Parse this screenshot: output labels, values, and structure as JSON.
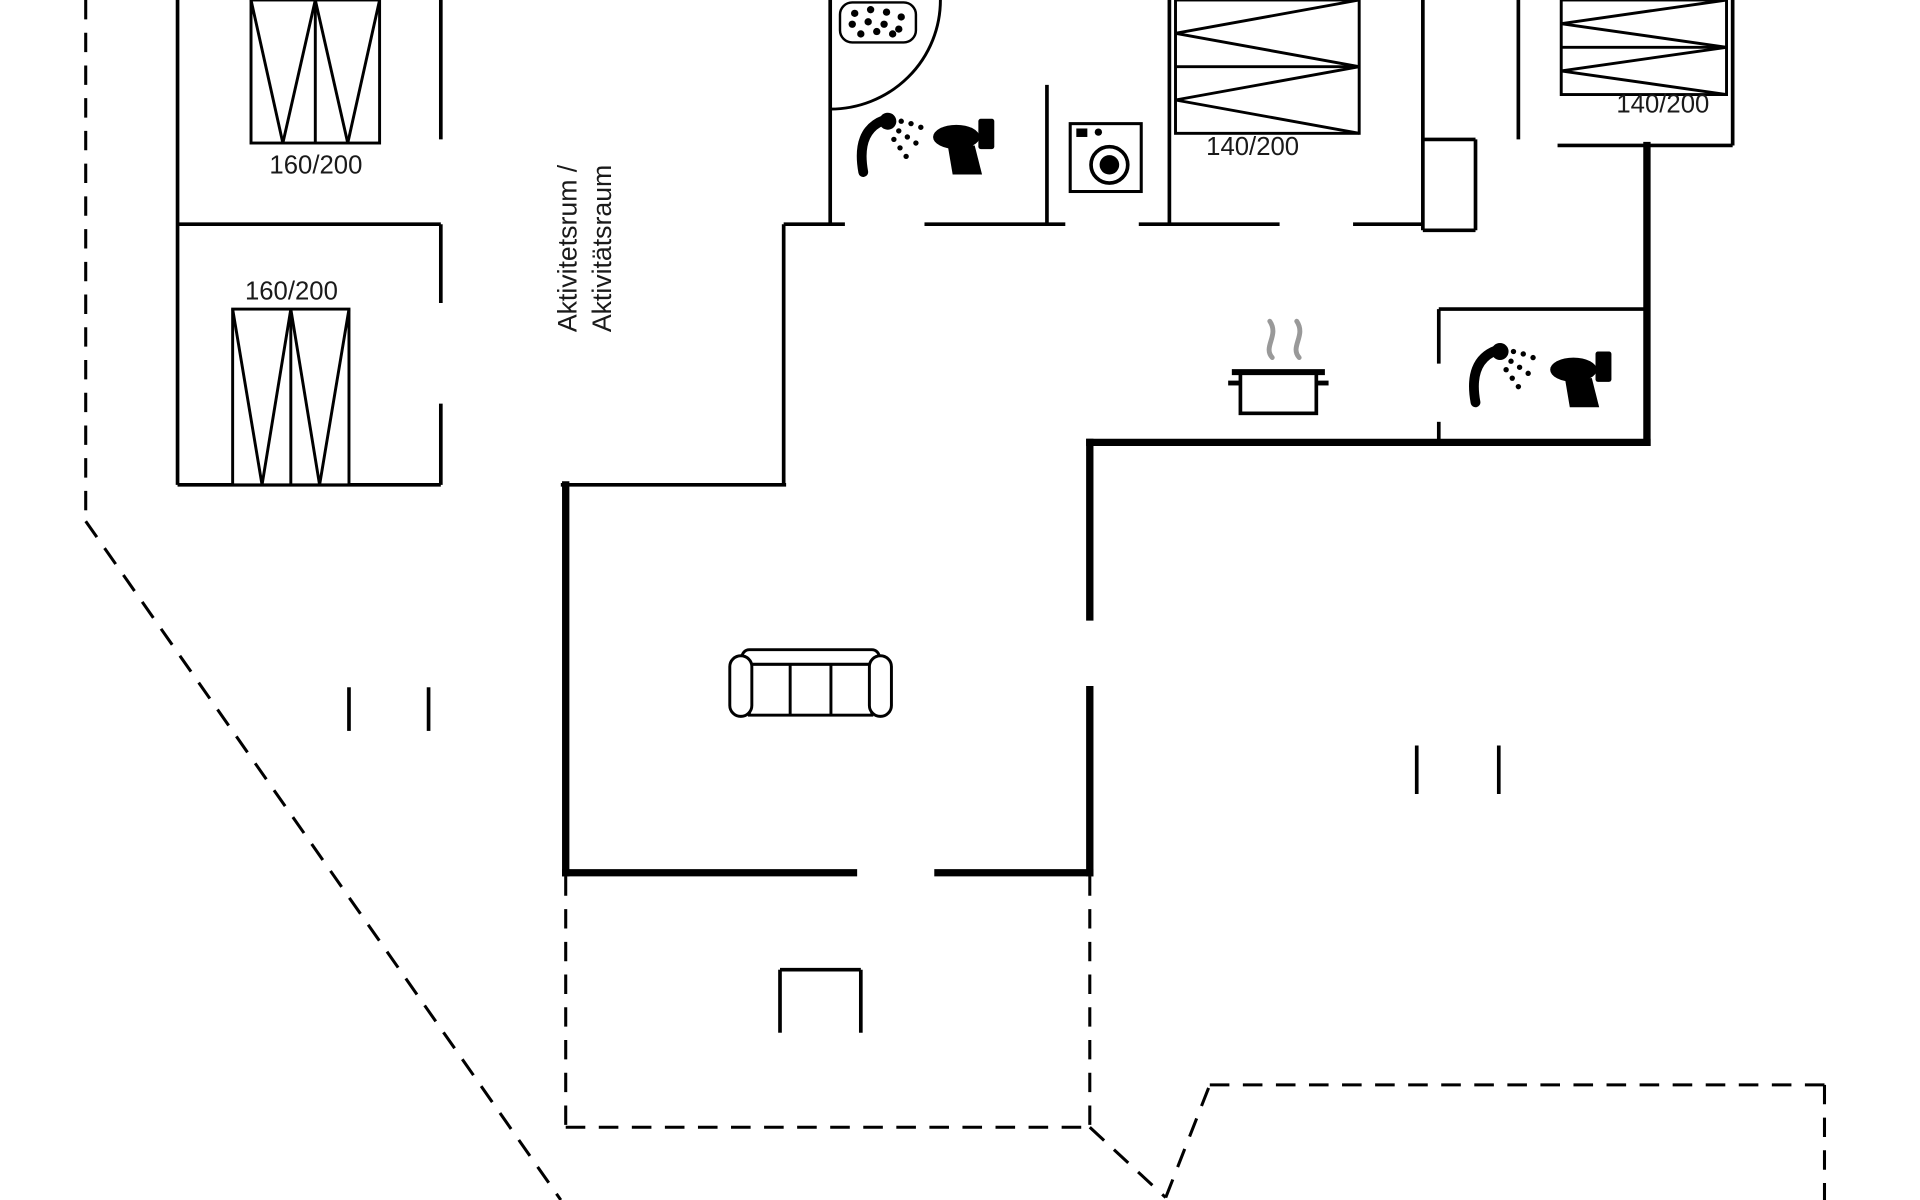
{
  "plan": {
    "background_color": "#ffffff",
    "line_color": "#000000",
    "steam_color": "#999999",
    "labels": {
      "bed_top_left": "160/200",
      "bed_left": "160/200",
      "bed_top_middle": "140/200",
      "bed_top_right": "140/200"
    },
    "room_text": {
      "line1": "Aktivitetsrum /",
      "line2": "Aktivitätsraum"
    },
    "icons": [
      "shower-cabin-icon",
      "handheld-shower-icon",
      "toilet-icon",
      "washing-machine-icon",
      "cooking-pot-icon",
      "sofa-icon",
      "double-bed-icon"
    ]
  }
}
